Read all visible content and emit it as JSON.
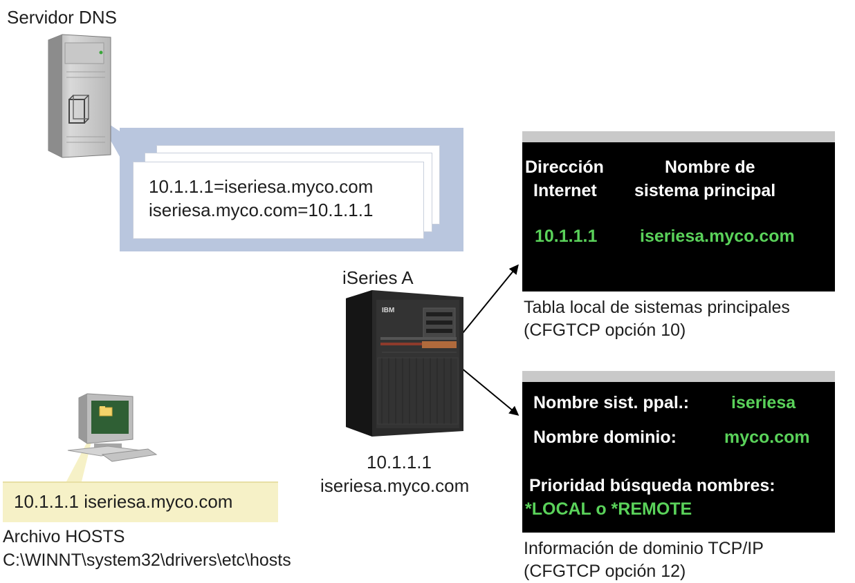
{
  "dns_server": {
    "title": "Servidor DNS",
    "record_1": "10.1.1.1=iseriesa.myco.com",
    "record_2": "iseriesa.myco.com=10.1.1.1"
  },
  "iseries": {
    "name": "iSeries A",
    "ip": "10.1.1.1",
    "hostname": "iseriesa.myco.com",
    "logo": "IBM"
  },
  "host_table_panel": {
    "col1_line1": "Dirección",
    "col1_line2": "Internet",
    "col2_line1": "Nombre de",
    "col2_line2": "sistema principal",
    "value_ip": "10.1.1.1",
    "value_host": "iseriesa.myco.com",
    "caption_line1": "Tabla local de sistemas principales",
    "caption_line2": "(CFGTCP opción 10)"
  },
  "domain_panel": {
    "host_label": "Nombre sist. ppal.:",
    "host_value": "iseriesa",
    "domain_label": "Nombre dominio:",
    "domain_value": "myco.com",
    "priority_label": "Prioridad búsqueda nombres:",
    "priority_value": "*LOCAL o *REMOTE",
    "caption_line1": "Información de dominio TCP/IP",
    "caption_line2": "(CFGTCP opción 12)"
  },
  "hosts_file": {
    "entry": "10.1.1.1 iseriesa.myco.com",
    "caption_line1": "Archivo HOSTS",
    "caption_line2": "C:\\WINNT\\system32\\drivers\\etc\\hosts"
  },
  "colors": {
    "terminal_bg": "#000000",
    "terminal_green": "#5ad25a",
    "callout_blue": "#b9c6de",
    "note_yellow": "#f6f1c7"
  }
}
